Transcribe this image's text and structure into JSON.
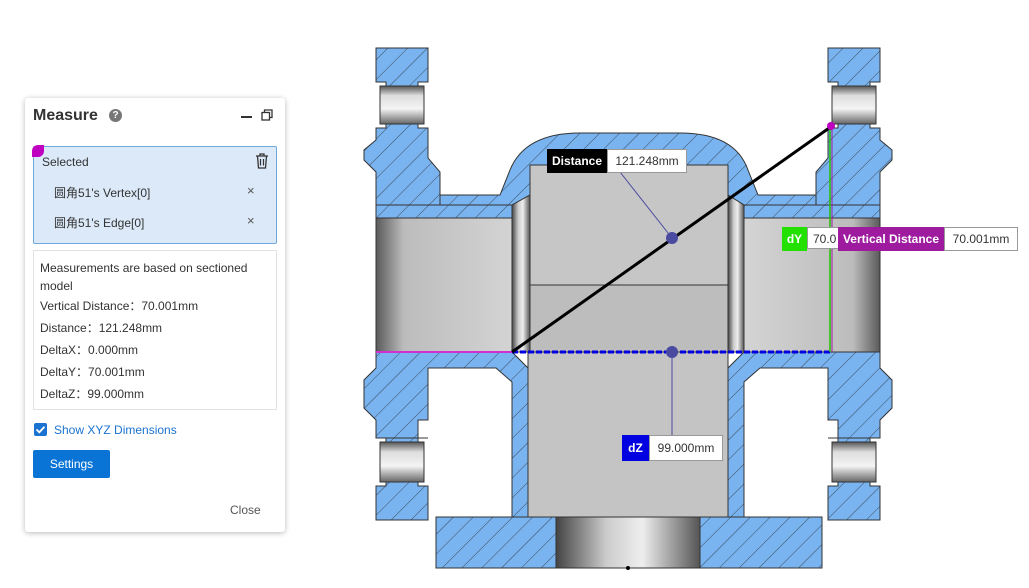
{
  "panel": {
    "title": "Measure",
    "help_glyph": "?",
    "selected_label": "Selected",
    "selected_items": [
      "圆角51's Vertex[0]",
      "圆角51's Edge[0]"
    ],
    "remove_glyph": "×",
    "info_lines": [
      "Measurements are based on sectioned model",
      "Vertical Distance：70.001mm",
      "Distance：121.248mm",
      "DeltaX：0.000mm",
      "DeltaY：70.001mm",
      "DeltaZ：99.000mm"
    ],
    "checkbox_label": "Show XYZ Dimensions",
    "checkbox_checked": true,
    "settings_label": "Settings",
    "close_label": "Close"
  },
  "annotations": {
    "distance": {
      "label": "Distance",
      "value": "121.248mm",
      "color": "#000000"
    },
    "dy": {
      "label": "dY",
      "value": "70.0",
      "color": "#22e000"
    },
    "vertical": {
      "label": "Vertical Distance",
      "value": "70.001mm",
      "color": "#9e1ba0"
    },
    "dz": {
      "label": "dZ",
      "value": "99.000mm",
      "color": "#0000e0"
    }
  },
  "colors": {
    "section_fill": "#7ab4f0",
    "hatch": "#3a4a5a",
    "accent": "#0a74d6",
    "vertex_marker": "#c000c0"
  }
}
